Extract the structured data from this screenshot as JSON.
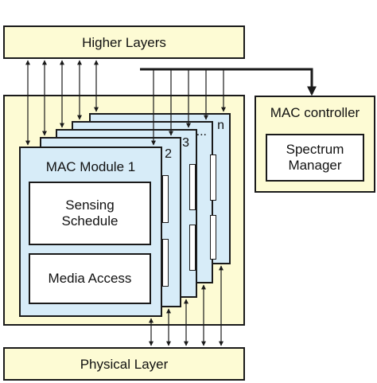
{
  "higher_layers": "Higher Layers",
  "physical_layer": "Physical Layer",
  "mac_controller": "MAC controller",
  "spectrum_manager": "Spectrum Manager",
  "mac_module_1": "MAC Module 1",
  "sensing_schedule": "Sensing Schedule",
  "media_access": "Media Access",
  "layer_labels": {
    "two": "2",
    "three": "3",
    "dots": "...",
    "n": "n"
  }
}
